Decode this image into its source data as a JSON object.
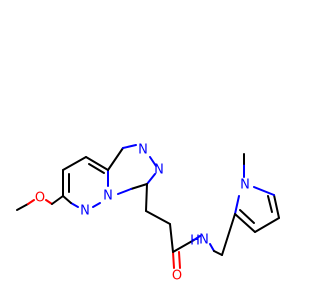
{
  "atoms": {
    "o_methoxy": "O",
    "n_pyridazine": "N",
    "n_bridge": "N",
    "n_triazole_a": "N",
    "n_triazole_b": "N",
    "o_carbonyl": "O",
    "n_amide": "N",
    "h_amide": "H",
    "n_pyrrole": "N"
  },
  "colors": {
    "carbon_bond": "#000000",
    "nitrogen": "#0000ff",
    "oxygen": "#ff0000",
    "background": "#ffffff"
  }
}
